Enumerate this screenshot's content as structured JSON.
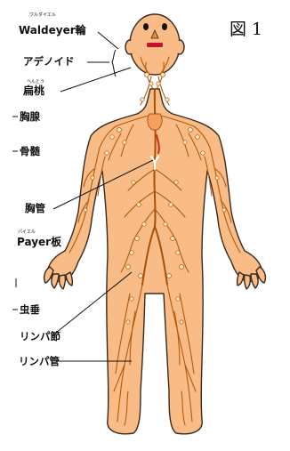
{
  "figure_label": "図 1",
  "labels": {
    "waldeyer_ruby": "ワルダイエル",
    "waldeyer": "Waldeyer輪",
    "adenoid": "アデノイド",
    "tonsil_ruby": "へんとう",
    "tonsil": "扁桃",
    "thymus": "胸腺",
    "bone_marrow": "骨髄",
    "thoracic_duct": "胸管",
    "payer_ruby": "パイエル",
    "payer": "Payer板",
    "appendix": "虫垂",
    "lymph_node": "リンパ節",
    "lymph_vessel": "リンパ管"
  },
  "colors": {
    "skin": "#f9bc86",
    "outline": "#3a2a1e",
    "vessel": "#b35a0c",
    "node": "#fde7c9",
    "text": "#111111"
  }
}
